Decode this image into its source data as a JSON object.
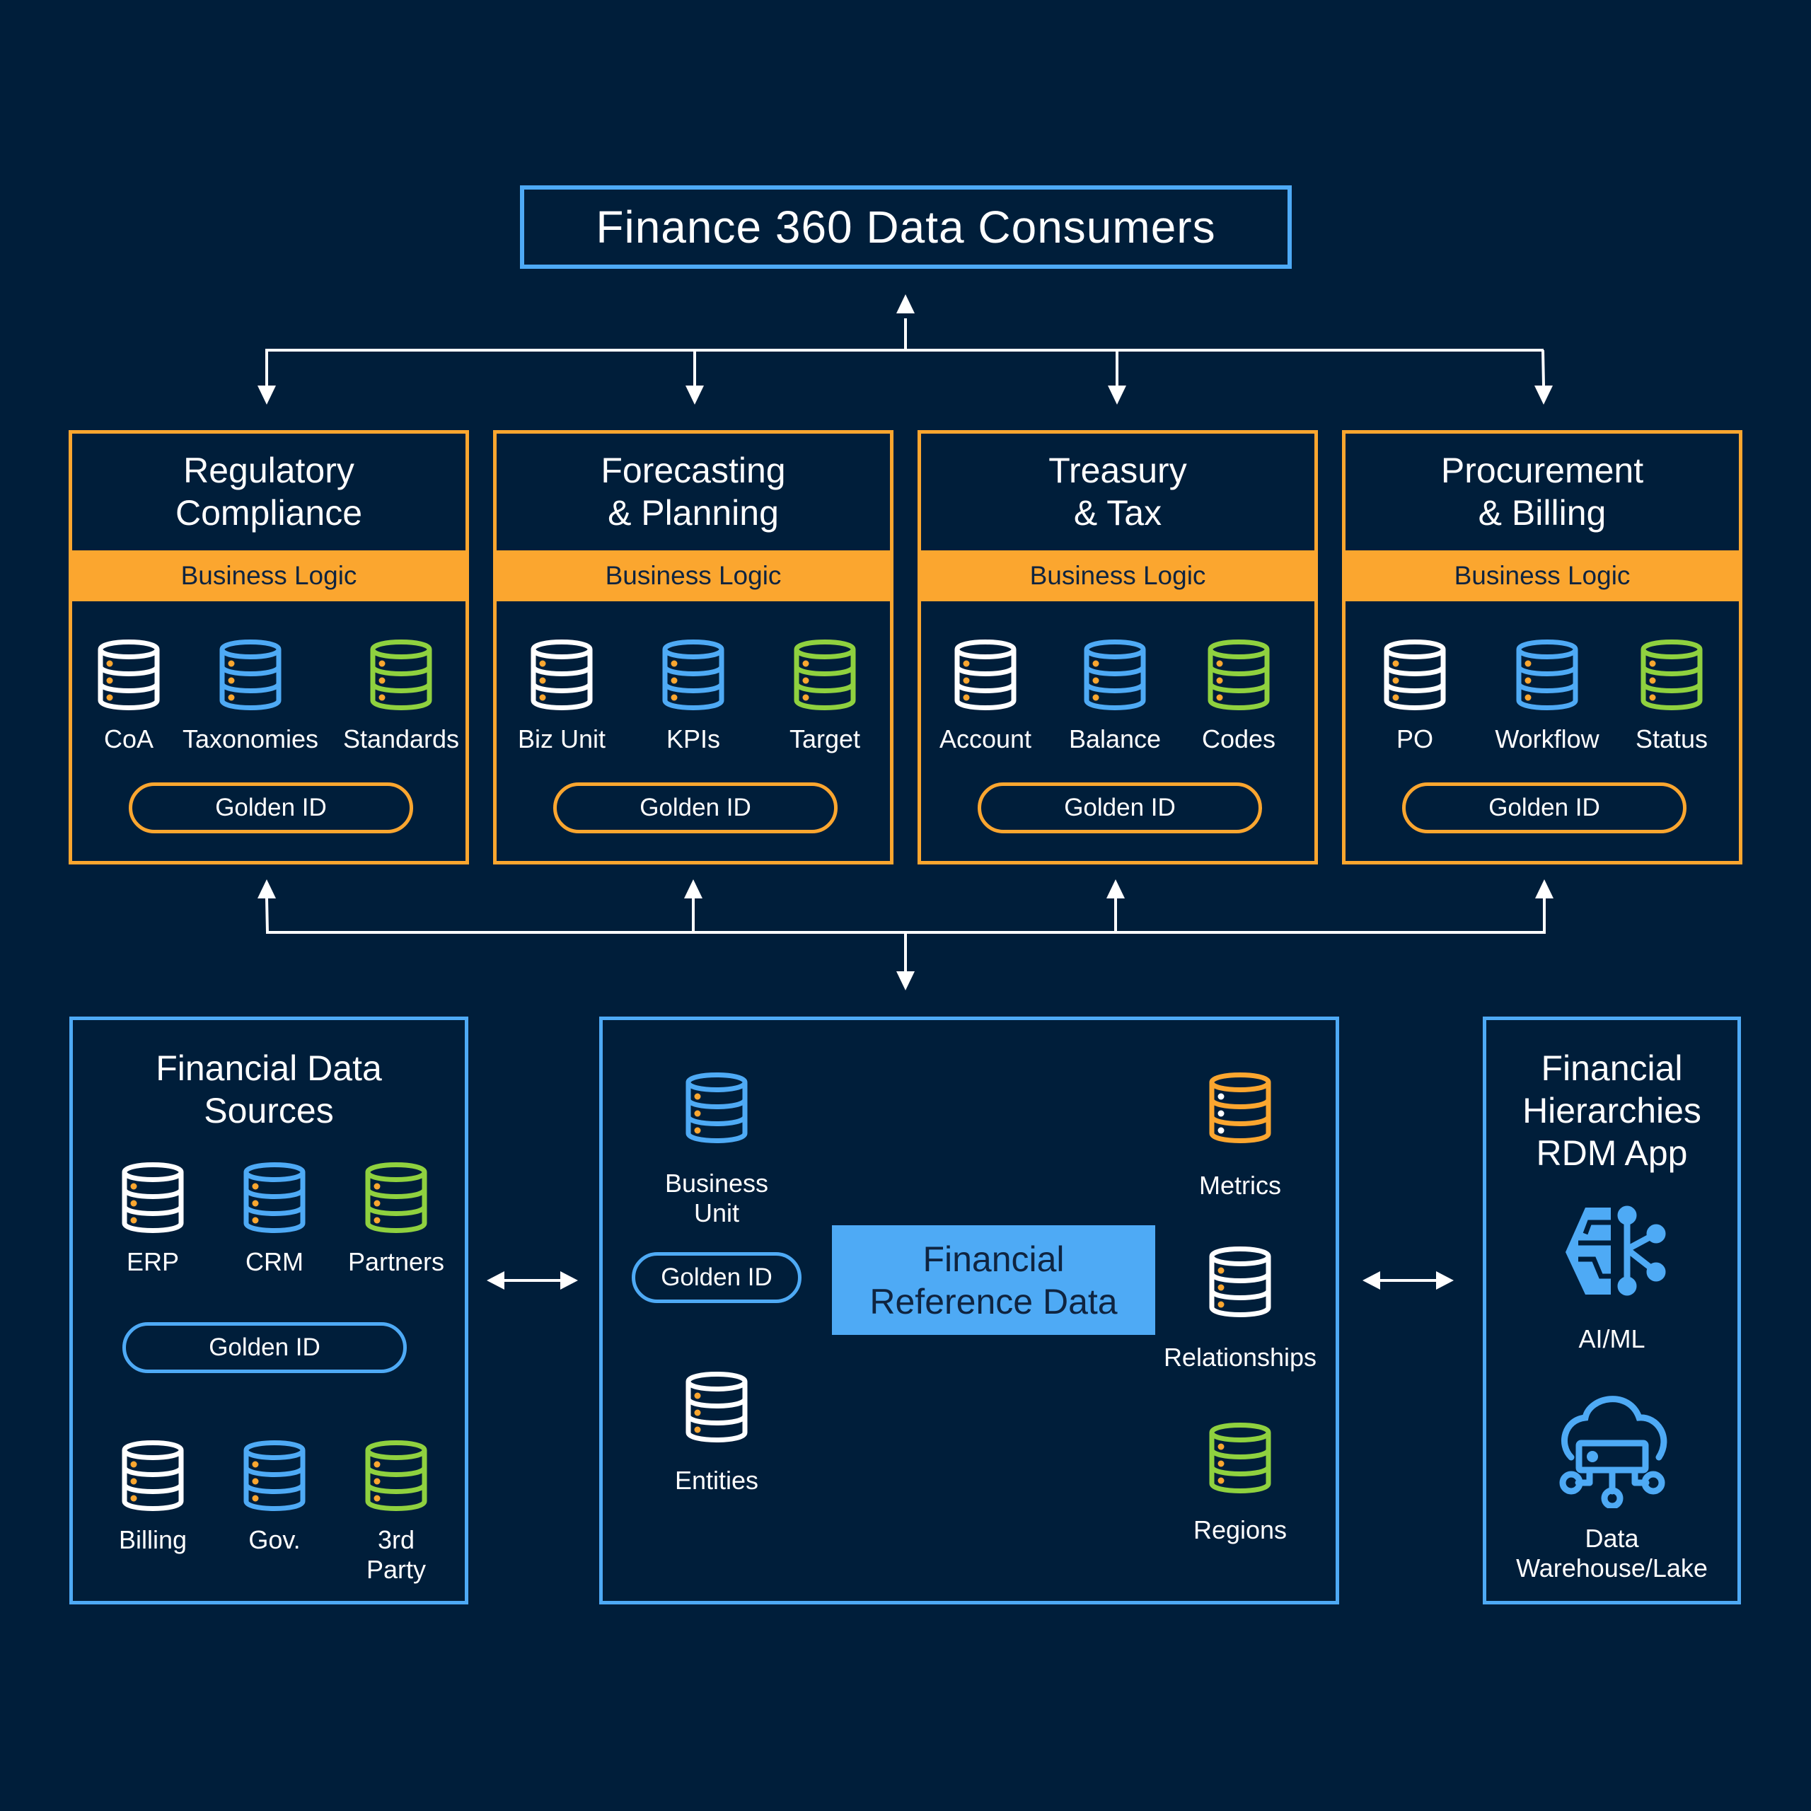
{
  "title": "Finance 360 Data Consumers",
  "colors": {
    "background": "#001e3a",
    "accent_orange": "#fba62f",
    "accent_blue": "#4eaaf5",
    "accent_green": "#8fd13f",
    "white": "#ffffff",
    "dark_text": "#0f2440"
  },
  "consumers": [
    {
      "title_line1": "Regulatory",
      "title_line2": "Compliance",
      "band": "Business Logic",
      "items": [
        {
          "label": "CoA",
          "icon": "database-icon",
          "color": "white"
        },
        {
          "label": "Taxonomies",
          "icon": "database-icon",
          "color": "blue"
        },
        {
          "label": "Standards",
          "icon": "database-icon",
          "color": "green"
        }
      ],
      "pill": "Golden ID"
    },
    {
      "title_line1": "Forecasting",
      "title_line2": "& Planning",
      "band": "Business Logic",
      "items": [
        {
          "label": "Biz Unit",
          "icon": "database-icon",
          "color": "white"
        },
        {
          "label": "KPIs",
          "icon": "database-icon",
          "color": "blue"
        },
        {
          "label": "Target",
          "icon": "database-icon",
          "color": "green"
        }
      ],
      "pill": "Golden ID"
    },
    {
      "title_line1": "Treasury",
      "title_line2": "& Tax",
      "band": "Business Logic",
      "items": [
        {
          "label": "Account",
          "icon": "database-icon",
          "color": "white"
        },
        {
          "label": "Balance",
          "icon": "database-icon",
          "color": "blue"
        },
        {
          "label": "Codes",
          "icon": "database-icon",
          "color": "green"
        }
      ],
      "pill": "Golden ID"
    },
    {
      "title_line1": "Procurement",
      "title_line2": "& Billing",
      "band": "Business Logic",
      "items": [
        {
          "label": "PO",
          "icon": "database-icon",
          "color": "white"
        },
        {
          "label": "Workflow",
          "icon": "database-icon",
          "color": "blue"
        },
        {
          "label": "Status",
          "icon": "database-icon",
          "color": "green"
        }
      ],
      "pill": "Golden ID"
    }
  ],
  "sources": {
    "title_line1": "Financial Data",
    "title_line2": "Sources",
    "row1": [
      {
        "label": "ERP",
        "color": "white"
      },
      {
        "label": "CRM",
        "color": "blue"
      },
      {
        "label": "Partners",
        "color": "green"
      }
    ],
    "pill": "Golden ID",
    "row2": [
      {
        "label": "Billing",
        "color": "white"
      },
      {
        "label": "Gov.",
        "color": "blue"
      },
      {
        "label_line1": "3rd",
        "label_line2": "Party",
        "color": "green"
      }
    ]
  },
  "reference": {
    "center_line1": "Financial",
    "center_line2": "Reference Data",
    "business_unit_line1": "Business",
    "business_unit_line2": "Unit",
    "pill": "Golden ID",
    "entities": "Entities",
    "metrics": "Metrics",
    "relationships": "Relationships",
    "regions": "Regions"
  },
  "hierarchies": {
    "title_line1": "Financial",
    "title_line2": "Hierarchies",
    "title_line3": "RDM App",
    "aiml": "AI/ML",
    "warehouse_line1": "Data",
    "warehouse_line2": "Warehouse/Lake"
  }
}
